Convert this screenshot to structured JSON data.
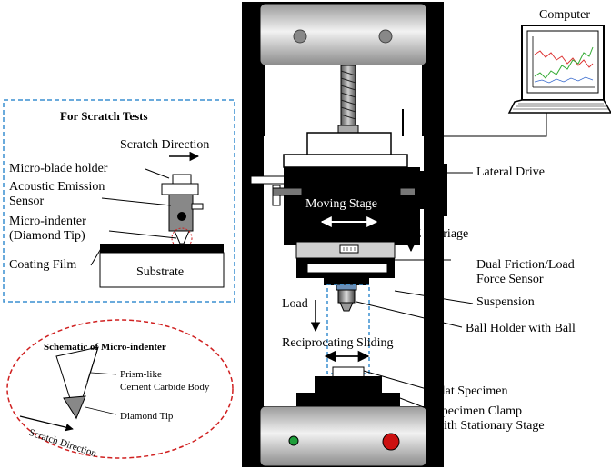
{
  "computer": {
    "label": "Computer"
  },
  "scratch_panel": {
    "title": "For  Scratch Tests",
    "scratch_direction": "Scratch Direction",
    "blade_holder": "Micro-blade holder",
    "acoustic_line1": "Acoustic Emission",
    "acoustic_line2": "Sensor",
    "indenter_line1": "Micro-indenter",
    "indenter_line2": "(Diamond Tip)",
    "coating_film": "Coating Film",
    "substrate": "Substrate"
  },
  "schematic": {
    "title": "Schematic of Micro-indenter",
    "body_line1": "Prism-like",
    "body_line2": "Cement Carbide Body",
    "diamond_tip": "Diamond Tip",
    "scratch_direction": "Scratch Direction"
  },
  "machine": {
    "lateral_drive": "Lateral Drive",
    "moving_stage": "Moving Stage",
    "z_carriage": "Z Carriage",
    "friction_line1": "Dual Friction/Load",
    "friction_line2": "Force Sensor",
    "suspension": "Suspension",
    "load": "Load",
    "ball_holder": "Ball Holder with Ball",
    "reciprocating": "Reciprocating Sliding",
    "flat_specimen": "Flat Specimen",
    "clamp_line1": "Specimen Clamp",
    "clamp_line2": "with Stationary Stage"
  },
  "colors": {
    "panel_border": "#3a8fd0",
    "ellipse_border": "#d02020",
    "led_green": "#1e9e3a",
    "led_red": "#cc1111",
    "frame": "#000000",
    "roller": "#d8d8d8"
  },
  "icons": [
    "computer-icon",
    "indenter-tool-icon",
    "led-green-icon",
    "led-red-icon",
    "arrow-icon"
  ]
}
